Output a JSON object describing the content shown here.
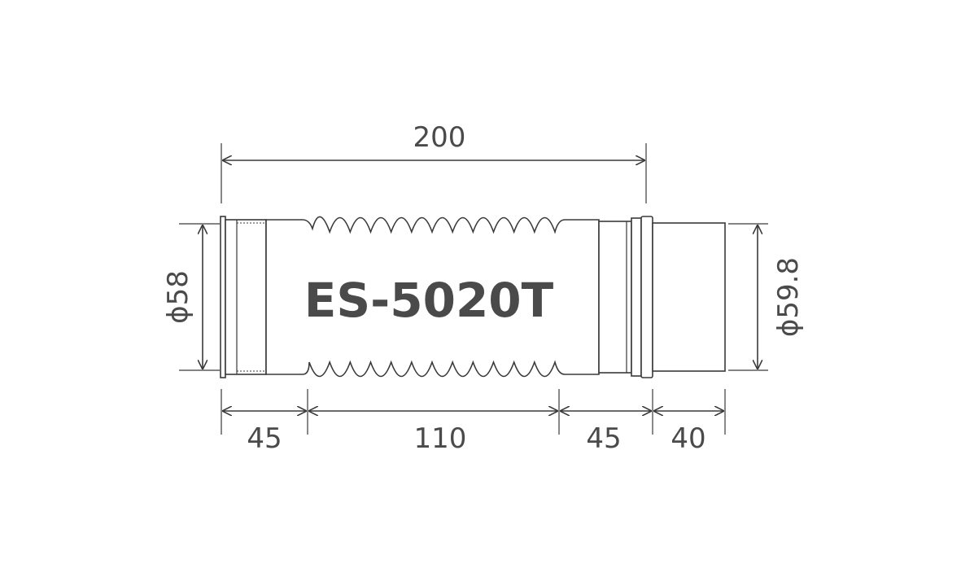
{
  "drawing": {
    "model_label": "ES-5020T",
    "dimensions": {
      "overall_length": "200",
      "left_diameter": "ϕ58",
      "right_diameter": "ϕ59.8",
      "seg_left": "45",
      "seg_bellows": "110",
      "seg_mid": "45",
      "seg_right": "40"
    },
    "colors": {
      "line": "#3a3a3a",
      "text": "#4a4a4a",
      "background": "#ffffff"
    }
  }
}
